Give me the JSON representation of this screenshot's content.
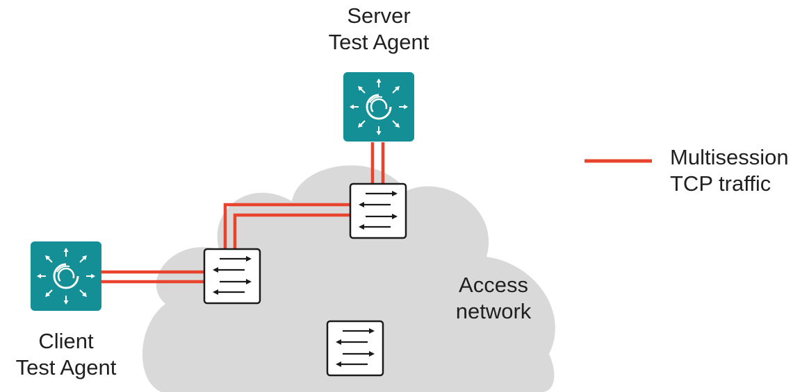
{
  "server_agent": {
    "label_line1": "Server",
    "label_line2": "Test Agent"
  },
  "client_agent": {
    "label_line1": "Client",
    "label_line2": "Test Agent"
  },
  "access_network": {
    "label_line1": "Access",
    "label_line2": "network"
  },
  "legend": {
    "label_line1": "Multisession",
    "label_line2": "TCP traffic"
  },
  "colors": {
    "agent_teal": "#138f95",
    "traffic_red": "#e8432d",
    "cloud_gray": "#d9d9d9",
    "switch_border": "#1a1a1a"
  },
  "icons": {
    "agent": "test-agent-icon",
    "switch": "network-switch-icon",
    "cloud": "cloud-shape"
  }
}
